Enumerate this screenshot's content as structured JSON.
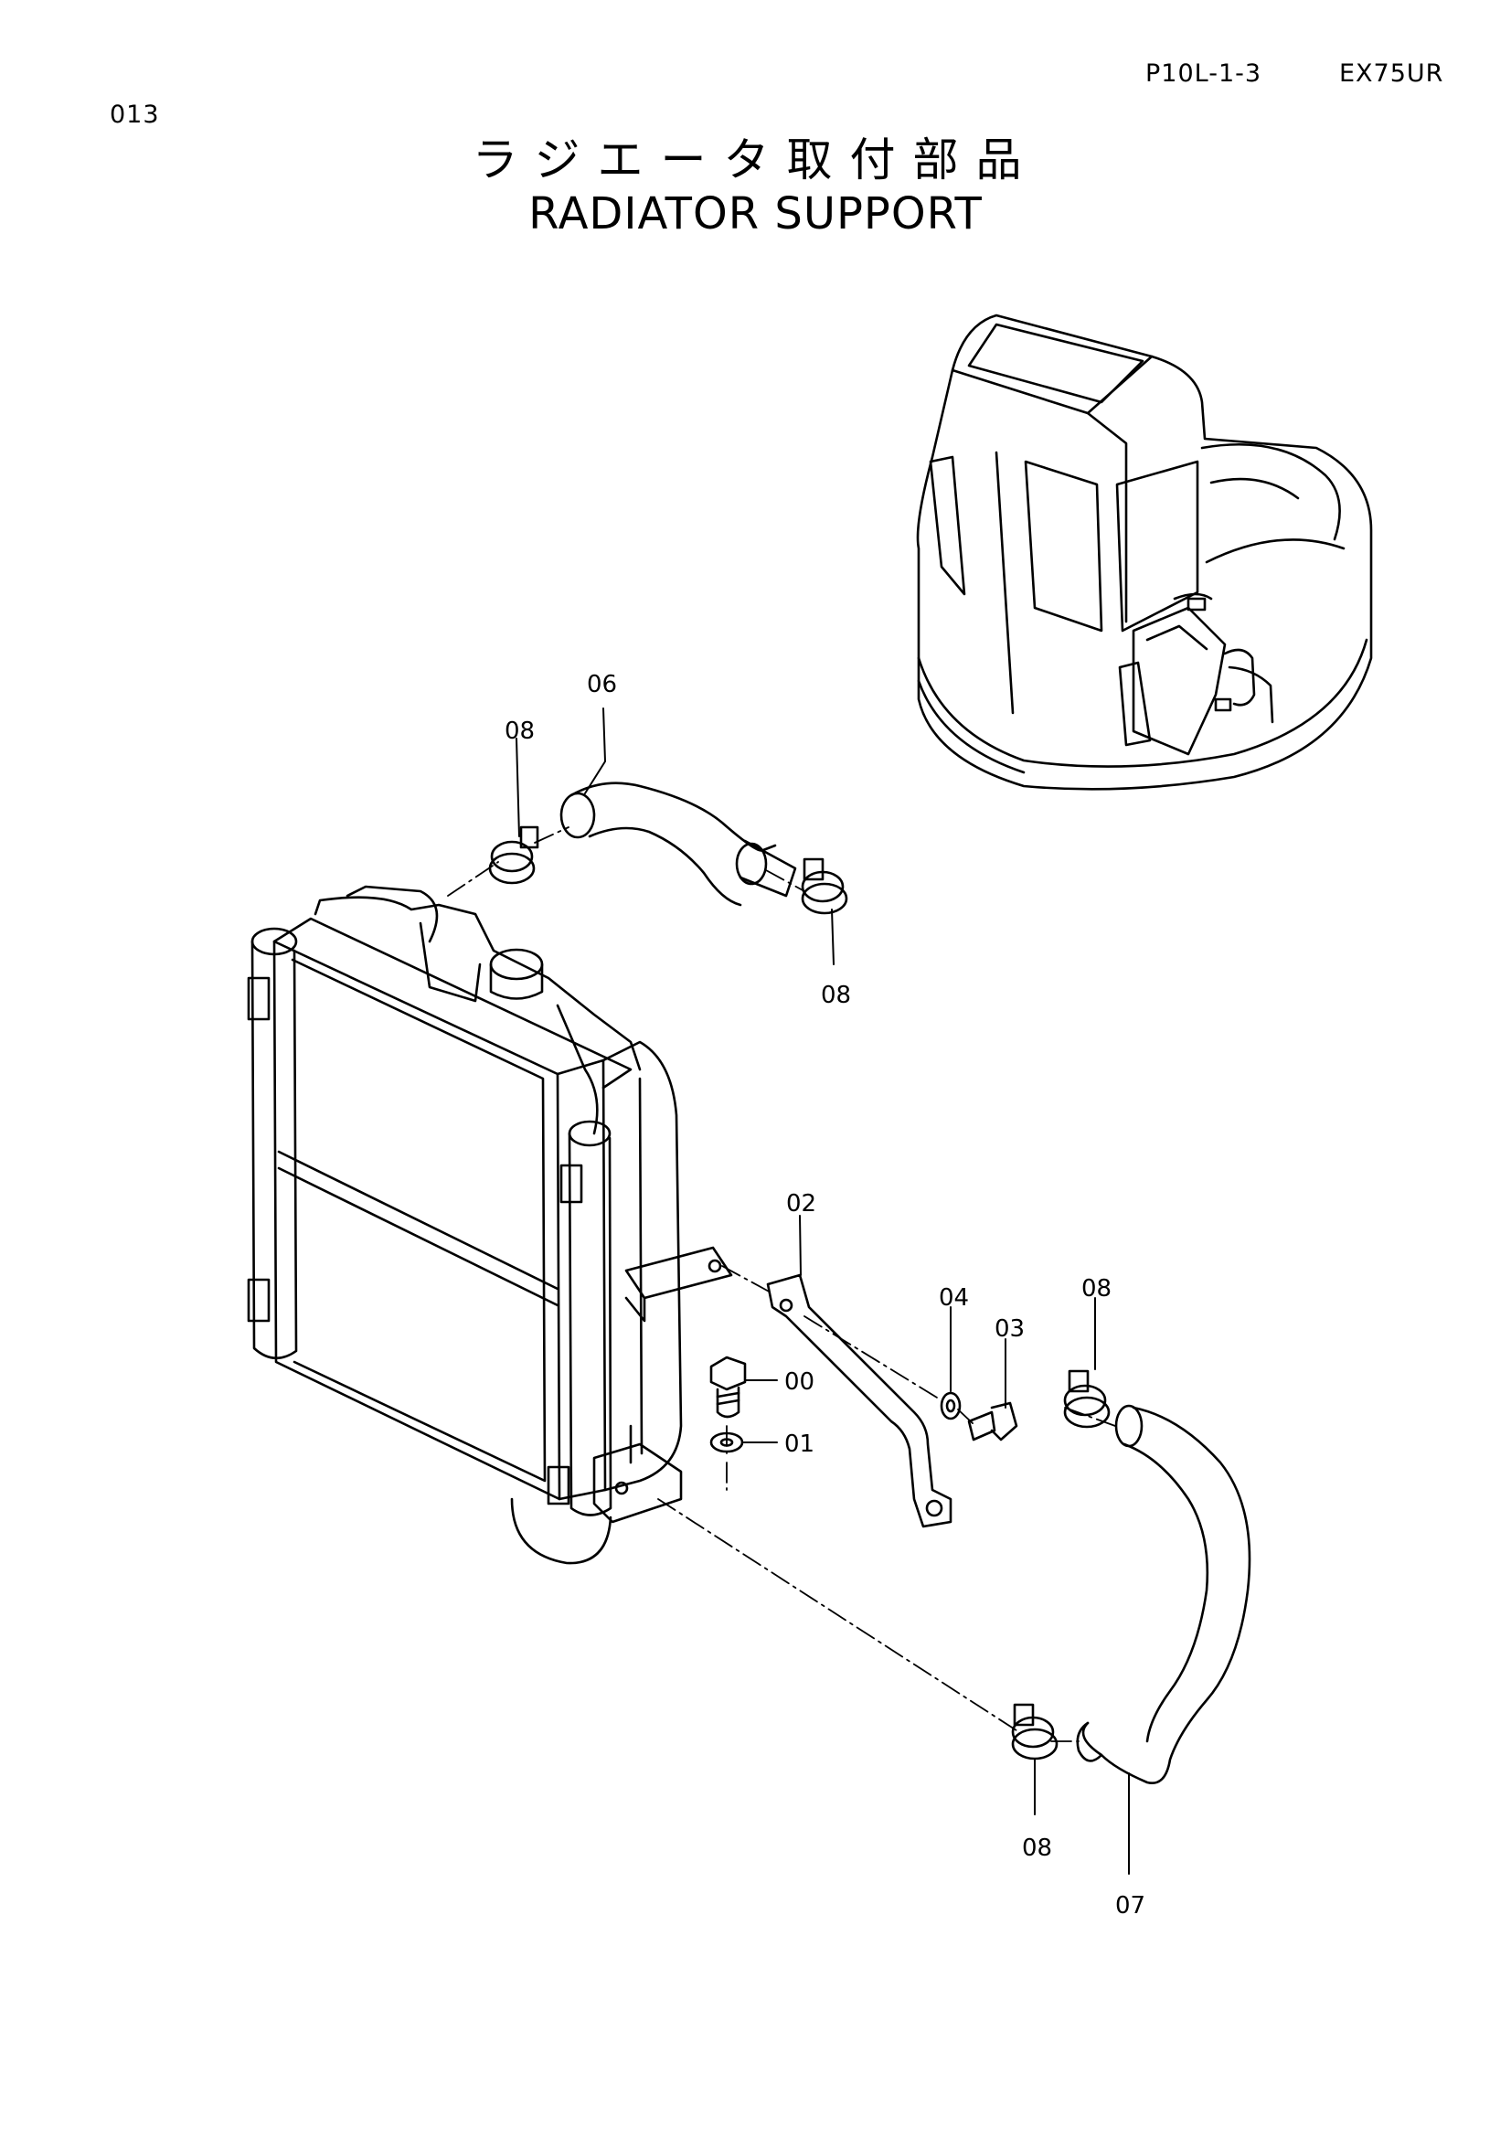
{
  "header": {
    "page_code": "P10L-1-3",
    "model": "EX75UR",
    "section_number": "013"
  },
  "title": {
    "japanese": "ラジエータ取付部品",
    "english": "RADIATOR SUPPORT"
  },
  "callouts": {
    "hose_upper": "06",
    "clamp_upper_left": "08",
    "clamp_upper_right": "08",
    "stay": "02",
    "washer_small": "04",
    "bolt_stay": "03",
    "clamp_lower_top": "08",
    "bolt_bracket": "00",
    "washer_bracket": "01",
    "clamp_lower_bottom": "08",
    "hose_lower": "07"
  }
}
